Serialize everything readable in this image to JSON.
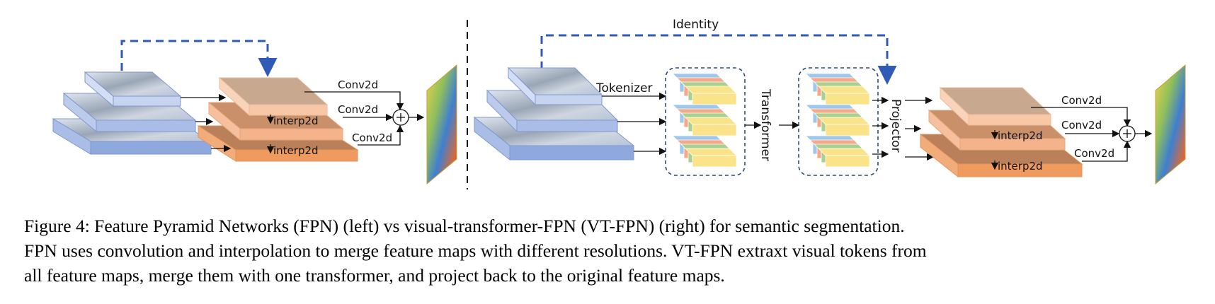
{
  "diagram": {
    "fpn_labels": {
      "conv_top": "Conv2d",
      "conv_mid": "Conv2d",
      "conv_bot": "Conv2d",
      "interp_1": "interp2d",
      "interp_2": "interp2d"
    },
    "vtfpn_labels": {
      "identity": "Identity",
      "tokenizer": "Tokenizer",
      "transformer": "Transformer",
      "projector": "Projector",
      "conv_top": "Conv2d",
      "conv_mid": "Conv2d",
      "conv_bot": "Conv2d",
      "interp_1": "interp2d",
      "interp_2": "interp2d"
    },
    "sum_symbol": "+",
    "colors": {
      "input_map": "#b9cdf0",
      "input_map_dark": "#8fa9df",
      "fpn_light": "#f7c7a6",
      "fpn_mid": "#f4b38a",
      "fpn_dark": "#ef9a5e",
      "fpn_top_face": "#c9a890",
      "skip_arrow": "#2f5bb7",
      "token_blue": "#9ec7ea",
      "token_orange": "#f5a98a",
      "token_green": "#a9d08e",
      "token_yellow": "#fbe38a"
    }
  },
  "caption": {
    "line1": "Figure 4:  Feature Pyramid Networks (FPN) (left) vs visual-transformer-FPN (VT-FPN) (right) for semantic segmentation.",
    "line2": "FPN uses convolution and interpolation to merge feature maps with different resolutions. VT-FPN extraxt visual tokens from",
    "line3": "all feature maps, merge them with one transformer, and project back to the original feature maps."
  }
}
